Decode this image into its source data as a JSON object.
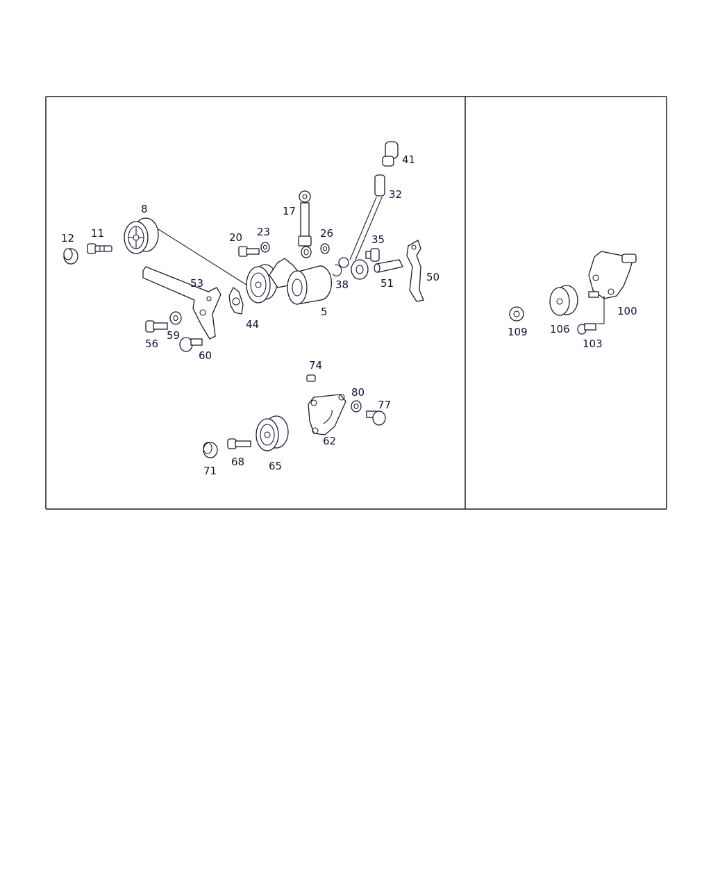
{
  "diagram": {
    "panels": [
      "main-assembly",
      "secondary-assembly"
    ],
    "callouts": {
      "p8": "8",
      "p12": "12",
      "p11": "11",
      "p17": "17",
      "p20": "20",
      "p23": "23",
      "p26": "26",
      "p35": "35",
      "p41": "41",
      "p32": "32",
      "p53": "53",
      "p44": "44",
      "p5": "5",
      "p38": "38",
      "p51": "51",
      "p50": "50",
      "p56": "56",
      "p59": "59",
      "p60": "60",
      "p74": "74",
      "p80": "80",
      "p77": "77",
      "p62": "62",
      "p71": "71",
      "p68": "68",
      "p65": "65",
      "p100": "100",
      "p109": "109",
      "p106": "106",
      "p103": "103"
    }
  }
}
